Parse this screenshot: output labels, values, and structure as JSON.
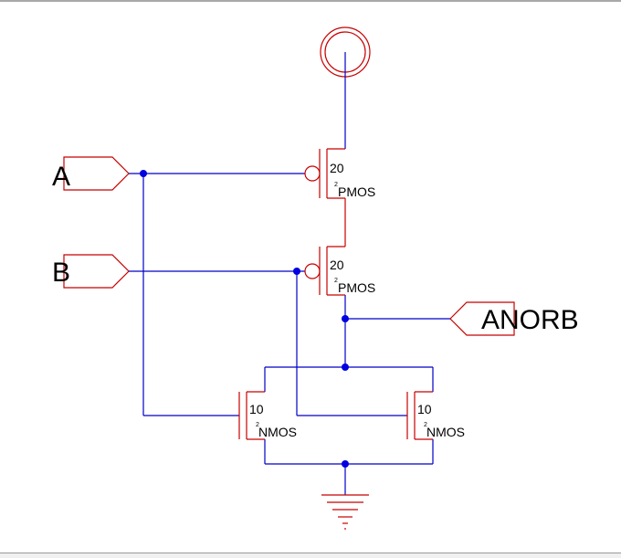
{
  "ports": {
    "input_a": "A",
    "input_b": "B",
    "output": "ANORB"
  },
  "transistors": {
    "p1": {
      "size": "20",
      "mult": "2",
      "type": "PMOS"
    },
    "p2": {
      "size": "20",
      "mult": "2",
      "type": "PMOS"
    },
    "n1": {
      "size": "10",
      "mult": "2",
      "type": "NMOS"
    },
    "n2": {
      "size": "10",
      "mult": "2",
      "type": "NMOS"
    }
  },
  "colors": {
    "wire": "#0000c8",
    "device": "#c80000",
    "junction": "#0000e0"
  },
  "symbols": {
    "supply": "vdd-icon",
    "ground": "ground-icon"
  }
}
